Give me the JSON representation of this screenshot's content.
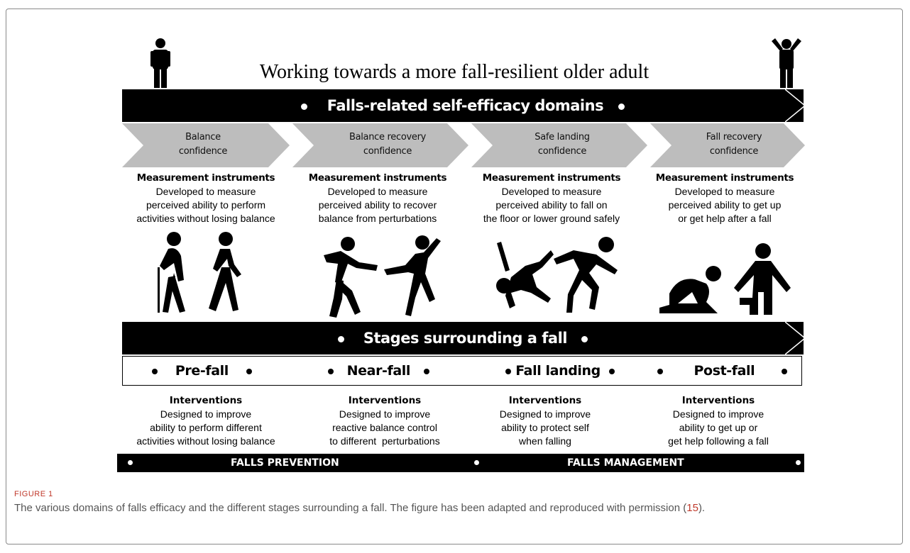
{
  "diagram": {
    "title": "Working towards a more fall-resilient older adult",
    "domains_band": "Falls-related self-efficacy domains",
    "domains": [
      {
        "line1": "Balance",
        "line2": "confidence"
      },
      {
        "line1": "Balance recovery",
        "line2": "confidence"
      },
      {
        "line1": "Safe landing",
        "line2": "confidence"
      },
      {
        "line1": "Fall recovery",
        "line2": "confidence"
      }
    ],
    "measurements": [
      {
        "heading": "Measurement instruments",
        "l1": "Developed to measure",
        "l2": "perceived ability to perform",
        "l3": "activities without losing balance"
      },
      {
        "heading": "Measurement instruments",
        "l1": "Developed to measure",
        "l2": "perceived ability to recover",
        "l3": "balance from perturbations"
      },
      {
        "heading": "Measurement instruments",
        "l1": "Developed to measure",
        "l2": "perceived ability to fall on",
        "l3": "the floor or lower ground safely"
      },
      {
        "heading": "Measurement instruments",
        "l1": "Developed to measure",
        "l2": "perceived ability to get up",
        "l3": "or get help after a fall"
      }
    ],
    "stages_band": "Stages surrounding a fall",
    "stages": [
      "Pre-fall",
      "Near-fall",
      "Fall landing",
      "Post-fall"
    ],
    "interventions": [
      {
        "heading": "Interventions",
        "l1": "Designed to improve",
        "l2": "ability to perform different",
        "l3": "activities without losing balance"
      },
      {
        "heading": "Interventions",
        "l1": "Designed to improve",
        "l2": "reactive balance control",
        "l3": "to different  perturbations"
      },
      {
        "heading": "Interventions",
        "l1": "Designed to improve",
        "l2": "ability to protect self",
        "l3": "when falling"
      },
      {
        "heading": "Interventions",
        "l1": "Designed to improve",
        "l2": "ability to get up or",
        "l3": "get help following a fall"
      }
    ],
    "bottom_left": "FALLS PREVENTION",
    "bottom_right": "FALLS MANAGEMENT"
  },
  "caption": {
    "label": "FIGURE 1",
    "text": "The various domains of falls efficacy and the different stages surrounding a fall. The figure has been adapted and reproduced with permission",
    "ref_open": "(",
    "ref": "15",
    "ref_close": ")."
  }
}
